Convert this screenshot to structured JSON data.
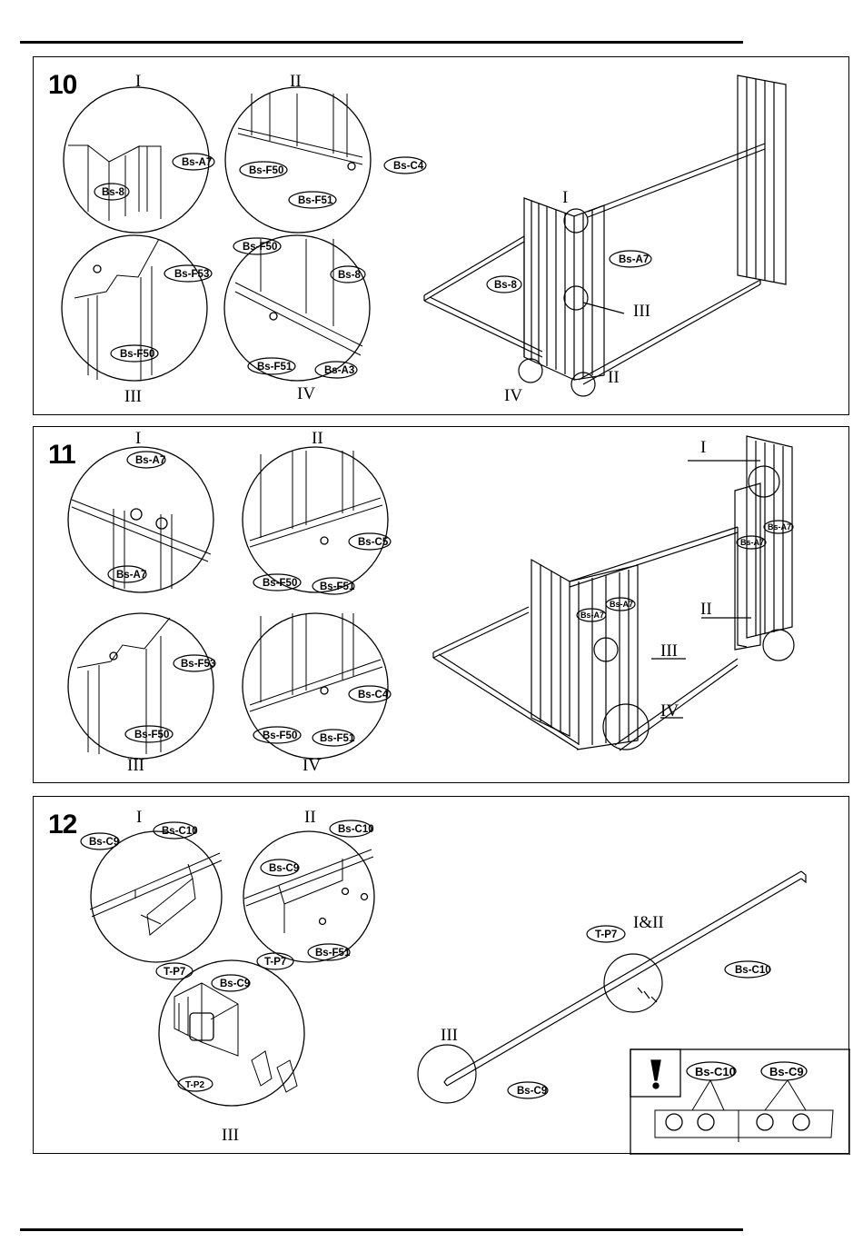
{
  "steps": [
    {
      "number": "10",
      "detail_labels": [
        "I",
        "II",
        "III",
        "IV"
      ],
      "parts": {
        "a7": "Bs-A7",
        "b8": "Bs-8",
        "f50": "Bs-F50",
        "c4": "Bs-C4",
        "f51": "Bs-F51",
        "f53": "Bs-F53",
        "a3": "Bs-A3"
      }
    },
    {
      "number": "11",
      "detail_labels": [
        "I",
        "II",
        "III",
        "IV"
      ],
      "parts": {
        "a7": "Bs-A7",
        "c5": "Bs-C5",
        "f50": "Bs-F50",
        "f51": "Bs-F51",
        "f53": "Bs-F53",
        "c4": "Bs-C4"
      }
    },
    {
      "number": "12",
      "detail_labels": [
        "I",
        "II",
        "III",
        "I&II"
      ],
      "parts": {
        "c9": "Bs-C9",
        "c10": "Bs-C10",
        "tp7": "T-P7",
        "f51": "Bs-F51",
        "tp2": "T-P2"
      },
      "note_icon": "exclamation-icon"
    }
  ]
}
